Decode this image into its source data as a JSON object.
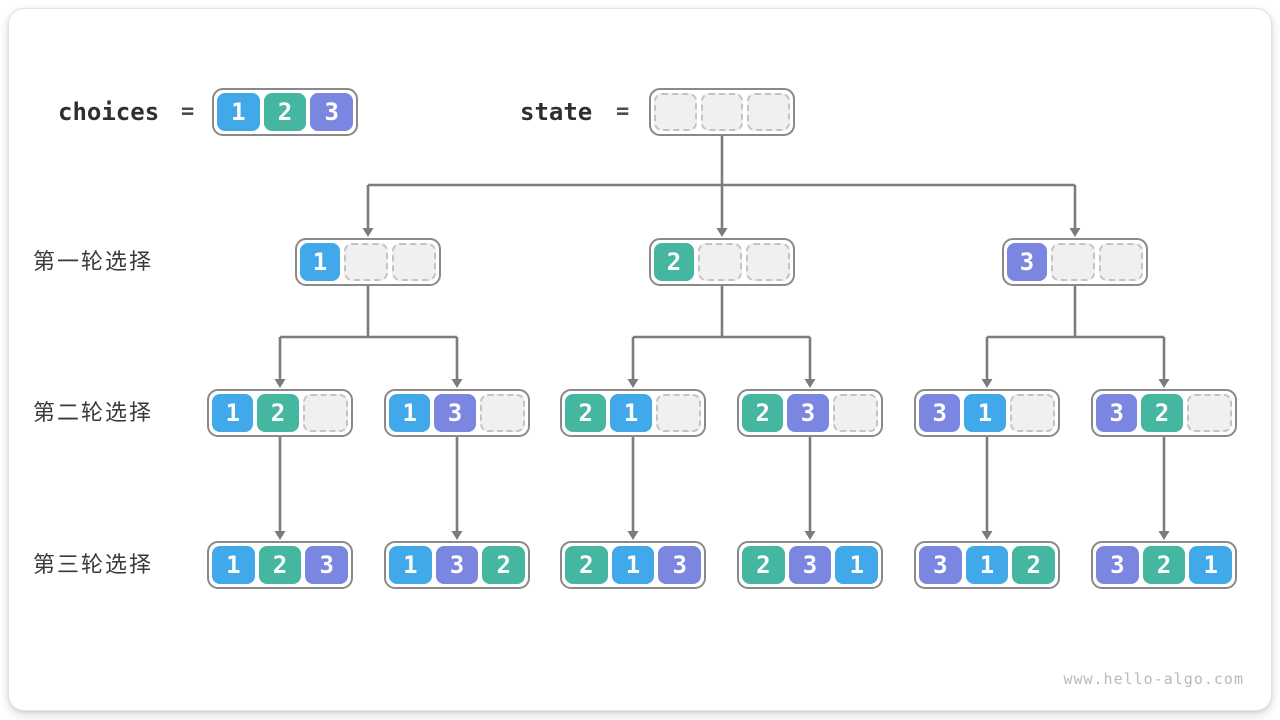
{
  "header": {
    "choices_label": "choices",
    "equals": "=",
    "state_label": "state",
    "choices_values": [
      1,
      2,
      3
    ],
    "state_values": [
      null,
      null,
      null
    ]
  },
  "rows": [
    {
      "label": "第一轮选择",
      "nodes": [
        [
          1,
          null,
          null
        ],
        [
          2,
          null,
          null
        ],
        [
          3,
          null,
          null
        ]
      ]
    },
    {
      "label": "第二轮选择",
      "nodes": [
        [
          1,
          2,
          null
        ],
        [
          1,
          3,
          null
        ],
        [
          2,
          1,
          null
        ],
        [
          2,
          3,
          null
        ],
        [
          3,
          1,
          null
        ],
        [
          3,
          2,
          null
        ]
      ]
    },
    {
      "label": "第三轮选择",
      "nodes": [
        [
          1,
          2,
          3
        ],
        [
          1,
          3,
          2
        ],
        [
          2,
          1,
          3
        ],
        [
          2,
          3,
          1
        ],
        [
          3,
          1,
          2
        ],
        [
          3,
          2,
          1
        ]
      ]
    }
  ],
  "colors": {
    "value_1": "#41a8e9",
    "value_2": "#45b7a0",
    "value_3": "#7b86e0",
    "arrow": "#7c7c7c",
    "node_border": "#8a8a8a",
    "empty_cell_fill": "#f0f0f0",
    "empty_cell_border": "#c3c3c3"
  },
  "footer": {
    "watermark": "www.hello-algo.com"
  }
}
